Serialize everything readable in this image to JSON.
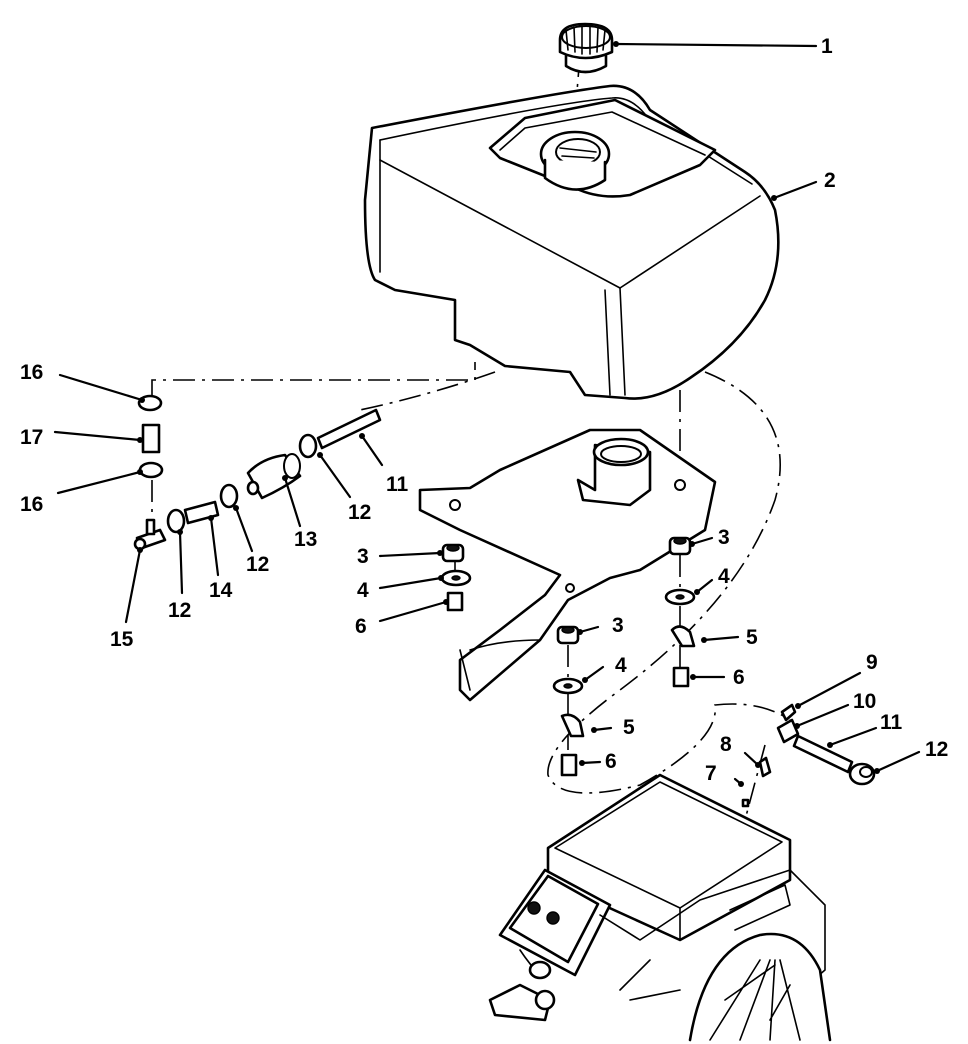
{
  "callouts": [
    {
      "id": "c1",
      "label": "1"
    },
    {
      "id": "c2",
      "label": "2"
    },
    {
      "id": "c3a",
      "label": "3"
    },
    {
      "id": "c3b",
      "label": "3"
    },
    {
      "id": "c3c",
      "label": "3"
    },
    {
      "id": "c4a",
      "label": "4"
    },
    {
      "id": "c4b",
      "label": "4"
    },
    {
      "id": "c4c",
      "label": "4"
    },
    {
      "id": "c5a",
      "label": "5"
    },
    {
      "id": "c5b",
      "label": "5"
    },
    {
      "id": "c6a",
      "label": "6"
    },
    {
      "id": "c6b",
      "label": "6"
    },
    {
      "id": "c6c",
      "label": "6"
    },
    {
      "id": "c7",
      "label": "7"
    },
    {
      "id": "c8",
      "label": "8"
    },
    {
      "id": "c9",
      "label": "9"
    },
    {
      "id": "c10",
      "label": "10"
    },
    {
      "id": "c11a",
      "label": "11"
    },
    {
      "id": "c11b",
      "label": "11"
    },
    {
      "id": "c12a",
      "label": "12"
    },
    {
      "id": "c12b",
      "label": "12"
    },
    {
      "id": "c12c",
      "label": "12"
    },
    {
      "id": "c12d",
      "label": "12"
    },
    {
      "id": "c13",
      "label": "13"
    },
    {
      "id": "c14",
      "label": "14"
    },
    {
      "id": "c15",
      "label": "15"
    },
    {
      "id": "c16a",
      "label": "16"
    },
    {
      "id": "c16b",
      "label": "16"
    },
    {
      "id": "c17",
      "label": "17"
    }
  ]
}
